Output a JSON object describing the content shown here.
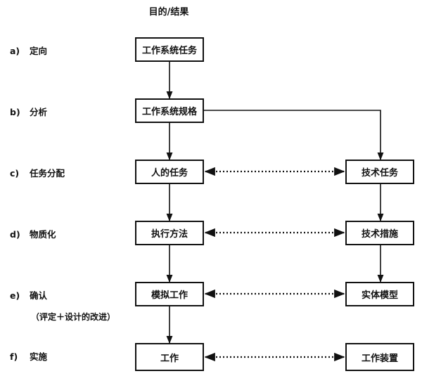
{
  "header": "目的/结果",
  "stages": [
    {
      "letter": "a)",
      "label": "定向"
    },
    {
      "letter": "b)",
      "label": "分析"
    },
    {
      "letter": "c)",
      "label": "任务分配"
    },
    {
      "letter": "d)",
      "label": "物质化"
    },
    {
      "letter": "e)",
      "label": "确认"
    },
    {
      "letter": "f)",
      "label": "实施"
    }
  ],
  "note": "（评定＋设计的改进）",
  "left_column": [
    "工作系统任务",
    "工作系统规格",
    "人的任务",
    "执行方法",
    "模拟工作",
    "工作"
  ],
  "right_column": [
    "技术任务",
    "技术措施",
    "实体模型",
    "工作装置"
  ]
}
